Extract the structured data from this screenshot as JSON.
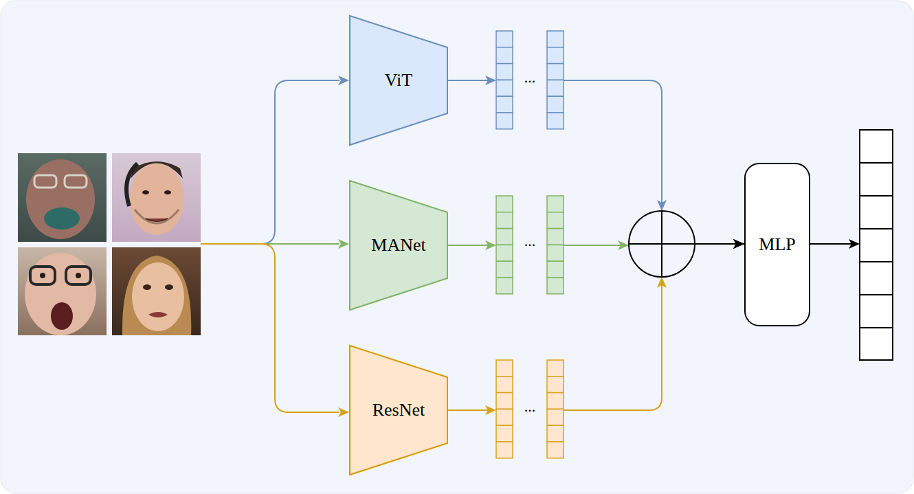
{
  "diagram": {
    "nodes": [
      {
        "text": [
          "ViT"
        ]
      },
      {
        "text": [
          "MANet"
        ]
      },
      {
        "text": [
          "ResNet"
        ]
      },
      {
        "text": [
          "MLP"
        ]
      }
    ],
    "edges": [
      {
        "from": 0,
        "to": 3,
        "arrow": "to"
      },
      {
        "from": 1,
        "to": 3,
        "arrow": "to"
      },
      {
        "from": 2,
        "to": 3,
        "arrow": "to"
      }
    ],
    "labels": [
      "...",
      "...",
      "..."
    ]
  }
}
